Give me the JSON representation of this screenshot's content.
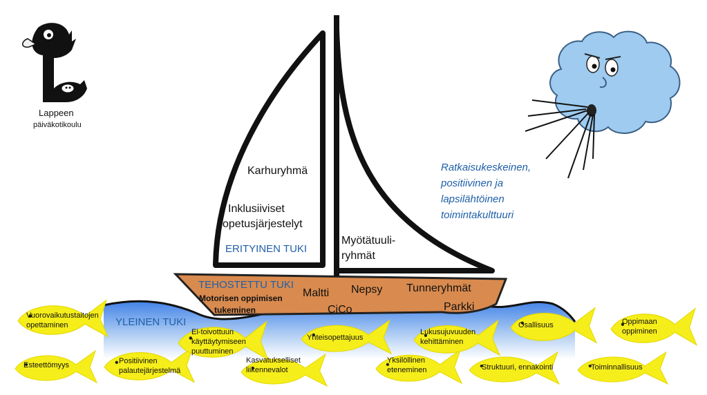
{
  "logo": {
    "name_line1": "Lappeen",
    "name_line2": "päiväkotikoulu"
  },
  "sail_left": {
    "group": "Karhuryhmä",
    "arrangements_line1": "Inklusiiviset",
    "arrangements_line2": "opetusjärjestelyt",
    "support_level": "ERITYINEN TUKI"
  },
  "sail_right": {
    "line1": "Myötätuuli-",
    "line2": "ryhmät"
  },
  "hull": {
    "support_level": "TEHOSTETTU TUKI",
    "item1_line1": "Motorisen oppimisen",
    "item1_line2": "tukeminen",
    "maltti": "Maltti",
    "nepsy": "Nepsy",
    "tunneryhmat": "Tunneryhmät",
    "cico": "CiCo",
    "parkki": "Parkki"
  },
  "sea": {
    "support_level": "YLEINEN TUKI"
  },
  "wind_text": {
    "line1": "Ratkaisukeskeinen,",
    "line2": "positiivinen ja",
    "line3": "lapsilähtöinen",
    "line4": "toimintakulttuuri"
  },
  "fish": {
    "f1_line1": "Vuorovaikutustaitojen",
    "f1_line2": "opettaminen",
    "f2": "Esteettömyys",
    "f3_line1": "Positiivinen",
    "f3_line2": "palautejärjestelmä",
    "f4_line1": "Ei-toivottuun",
    "f4_line2": "käyttäytymiseen",
    "f4_line3": "puuttuminen",
    "f5_line1": "Kasvatukselliset",
    "f5_line2": "liikennevalot",
    "f6": "Yhteisopettajuus",
    "f7_line1": "Yksilöllinen",
    "f7_line2": "eteneminen",
    "f8_line1": "Lukusujuvuuden",
    "f8_line2": "kehittäminen",
    "f9": "Struktuuri, ennakointi",
    "f10": "Osallisuus",
    "f11": "Toiminnallisuus",
    "f12_line1": "Oppimaan",
    "f12_line2": "oppiminen"
  },
  "colors": {
    "hull": "#d98a4e",
    "water": "#4f8ce8",
    "fish": "#f6ee1a",
    "cloud": "#9ecbef",
    "text_blue": "#1f5fa8"
  }
}
